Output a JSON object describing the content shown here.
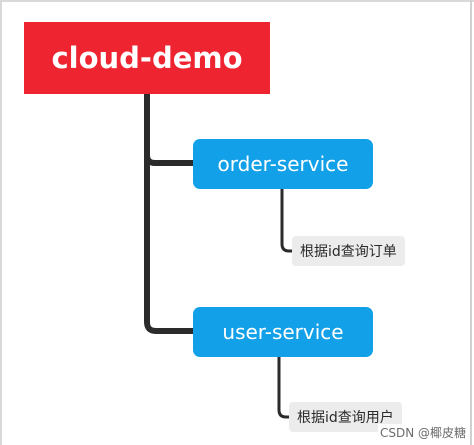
{
  "colors": {
    "root_fill": "#ee2431",
    "service_fill": "#12a0e8",
    "leaf_fill": "#ececec",
    "connector": "#2b2b2b"
  },
  "root": {
    "label": "cloud-demo"
  },
  "services": [
    {
      "label": "order-service",
      "leaf": "根据id查询订单"
    },
    {
      "label": "user-service",
      "leaf": "根据id查询用户"
    }
  ],
  "watermark": "CSDN @椰皮糖"
}
